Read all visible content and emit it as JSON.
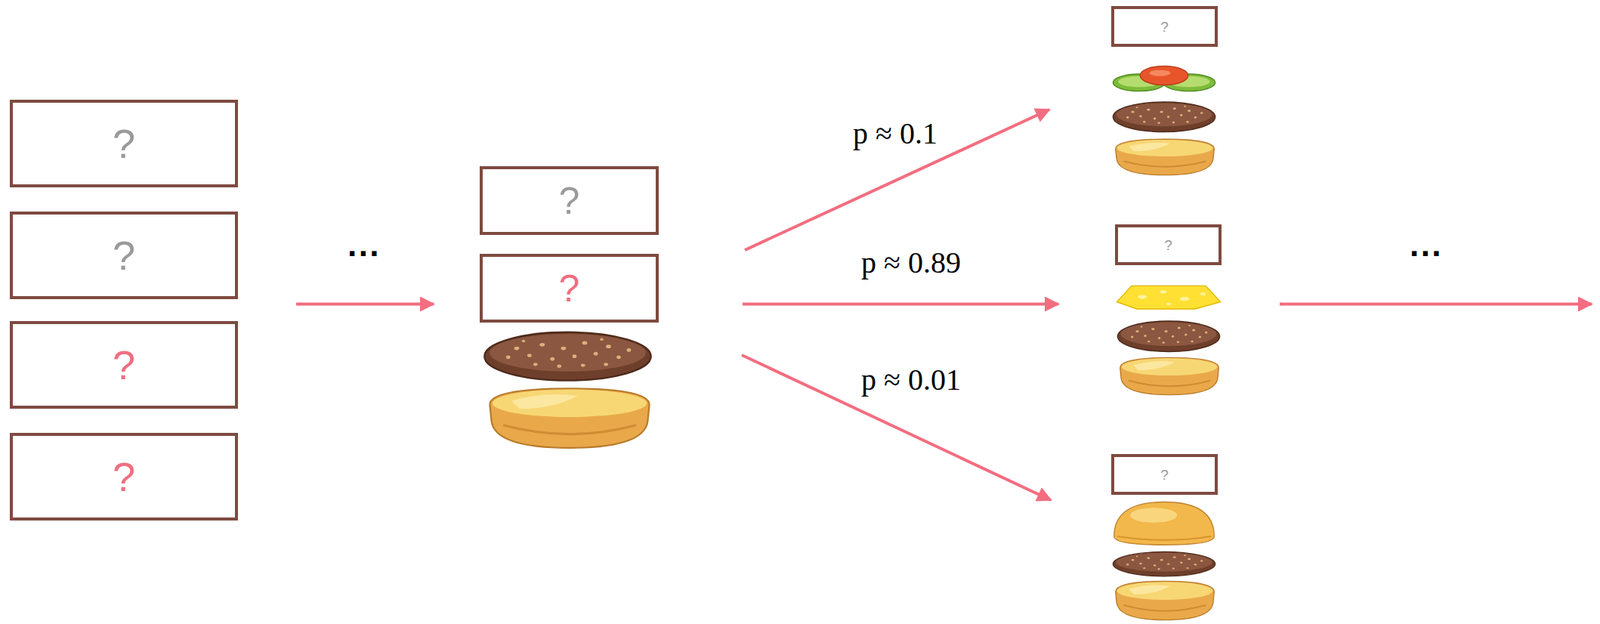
{
  "diagram": {
    "nodes": [
      {
        "text": [
          "?"
        ]
      },
      {
        "text": [
          "?"
        ]
      },
      {
        "text": [
          "?"
        ]
      },
      {
        "text": [
          "?"
        ]
      },
      {
        "text": [
          "?"
        ]
      },
      {
        "text": [
          "?"
        ]
      },
      {
        "text": [
          "?"
        ]
      },
      {
        "text": [
          "?"
        ]
      },
      {
        "text": [
          "?"
        ]
      }
    ],
    "labels": [
      "···",
      "p ≈ 0.1",
      "p ≈ 0.89",
      "p ≈ 0.01",
      "···"
    ]
  }
}
